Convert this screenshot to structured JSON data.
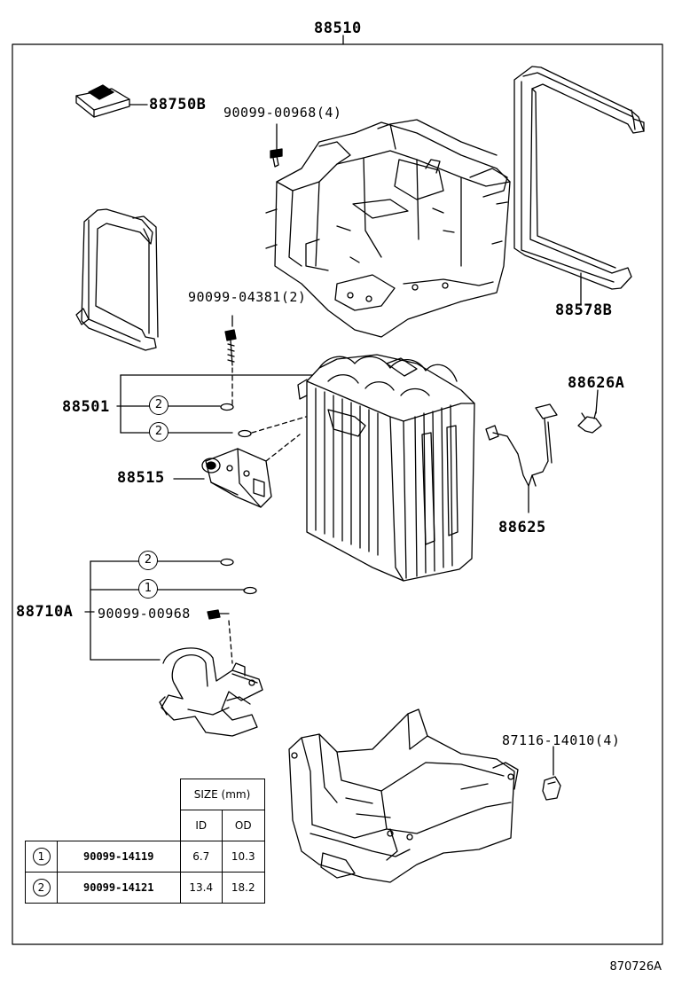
{
  "diagram": {
    "assembly_part": "88510",
    "callouts": {
      "p88750B": "88750B",
      "p90099_00968_4": "90099-00968(4)",
      "p88578B": "88578B",
      "p90099_04381_2": "90099-04381(2)",
      "p88501": "88501",
      "p88626A": "88626A",
      "p88515": "88515",
      "p88625": "88625",
      "p88710A": "88710A",
      "p90099_00968": "90099-00968",
      "p87116": "87116-14010(4)"
    },
    "circle_markers": {
      "one": "1",
      "two": "2"
    },
    "size_table": {
      "header": "SIZE (mm)",
      "col_id": "ID",
      "col_od": "OD",
      "rows": [
        {
          "marker": "1",
          "part": "90099-14119",
          "id": "6.7",
          "od": "10.3"
        },
        {
          "marker": "2",
          "part": "90099-14121",
          "id": "13.4",
          "od": "18.2"
        }
      ]
    },
    "figure_code": "870726A"
  }
}
